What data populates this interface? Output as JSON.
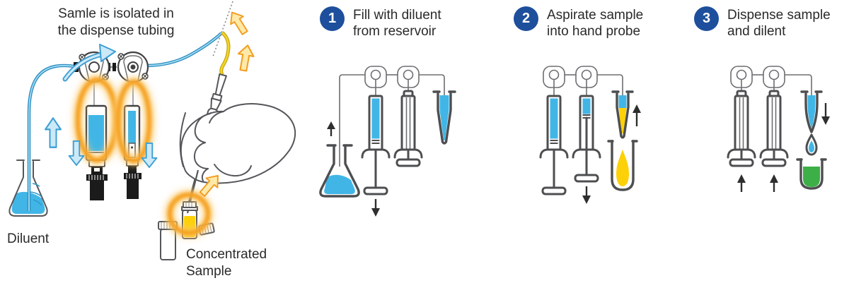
{
  "note": {
    "line1": "Samle is isolated in",
    "line2": "the dispense tubing"
  },
  "labels": {
    "diluent": "Diluent",
    "concentrated_line1": "Concentrated",
    "concentrated_line2": "Sample"
  },
  "steps": [
    {
      "number": "1",
      "line1": "Fill with diluent",
      "line2": "from reservoir"
    },
    {
      "number": "2",
      "line1": "Aspirate sample",
      "line2": "into hand probe"
    },
    {
      "number": "3",
      "line1": "Dispense sample",
      "line2": "and dilent"
    }
  ],
  "colors": {
    "badge_blue": "#1d4f9c",
    "liquid_blue": "#41b6e6",
    "sample_yellow": "#fdd108",
    "mixture_green": "#3caf46",
    "highlight_orange": "#f9a825",
    "tube_blue": "#2e8dc0",
    "tube_yellow": "#e3c216",
    "outline_dark": "#4d4e50",
    "outline_light": "#6d6e71",
    "text": "#2a2a2a"
  },
  "icons": {
    "up_arrow": "↑",
    "down_arrow": "↓",
    "step_badge": "numbered-circle"
  }
}
